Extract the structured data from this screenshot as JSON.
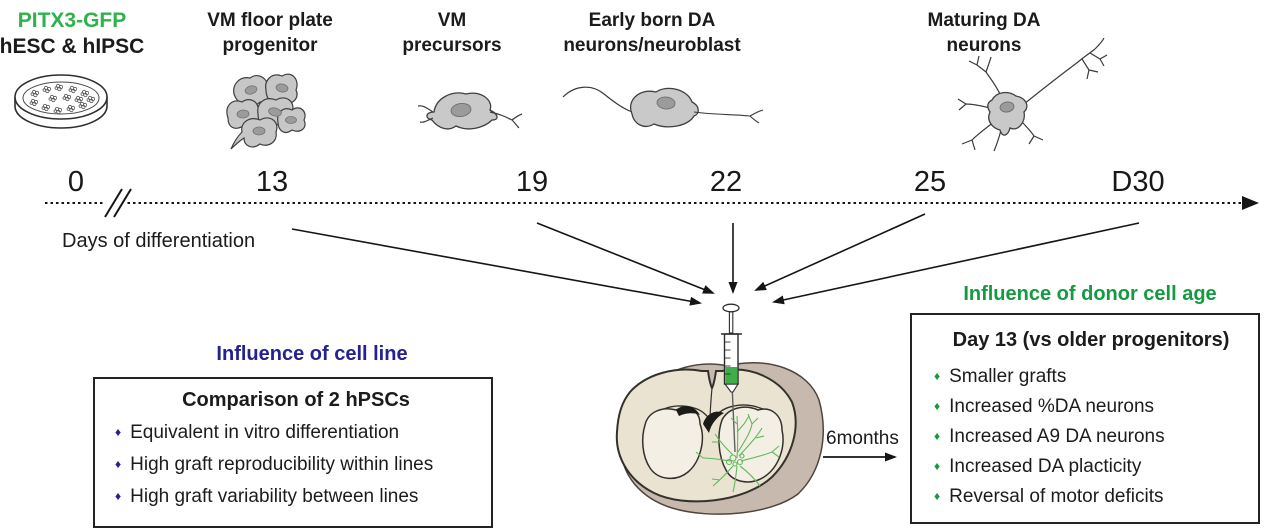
{
  "source_line": {
    "gene_label": "PITX3-GFP",
    "cell_label": "hESC & hIPSC"
  },
  "stages": [
    {
      "line1": "VM floor plate",
      "line2": "progenitor"
    },
    {
      "line1": "VM",
      "line2": "precursors"
    },
    {
      "line1": "Early born DA",
      "line2": "neurons/neuroblast"
    },
    {
      "line1": "Maturing DA",
      "line2": "neurons"
    }
  ],
  "timeline": {
    "ticks": [
      "0",
      "13",
      "19",
      "22",
      "25",
      "D30"
    ],
    "axis_label": "Days of differentiation"
  },
  "injection": {
    "duration_label": "6months"
  },
  "left_panel": {
    "title": "Influence of cell line",
    "box_title": "Comparison of 2 hPSCs",
    "bullets": [
      "Equivalent in vitro differentiation",
      "High graft reproducibility within lines",
      "High graft variability between lines"
    ]
  },
  "right_panel": {
    "title": "Influence of donor cell age",
    "box_title": "Day 13 (vs older progenitors)",
    "bullets": [
      "Smaller grafts",
      "Increased %DA neurons",
      "Increased A9 DA neurons",
      "Increased DA placticity",
      "Reversal of motor deficits"
    ]
  },
  "colors": {
    "bright_green": "#2eb24c",
    "deep_green": "#169a41",
    "navy": "#252192",
    "graft_green": "#62b95a",
    "brain_outer": "#c8b9af",
    "brain_cortex": "#ebe3d1",
    "brain_inner": "#f3efe4",
    "cell_gray": "#c7c7c7"
  }
}
